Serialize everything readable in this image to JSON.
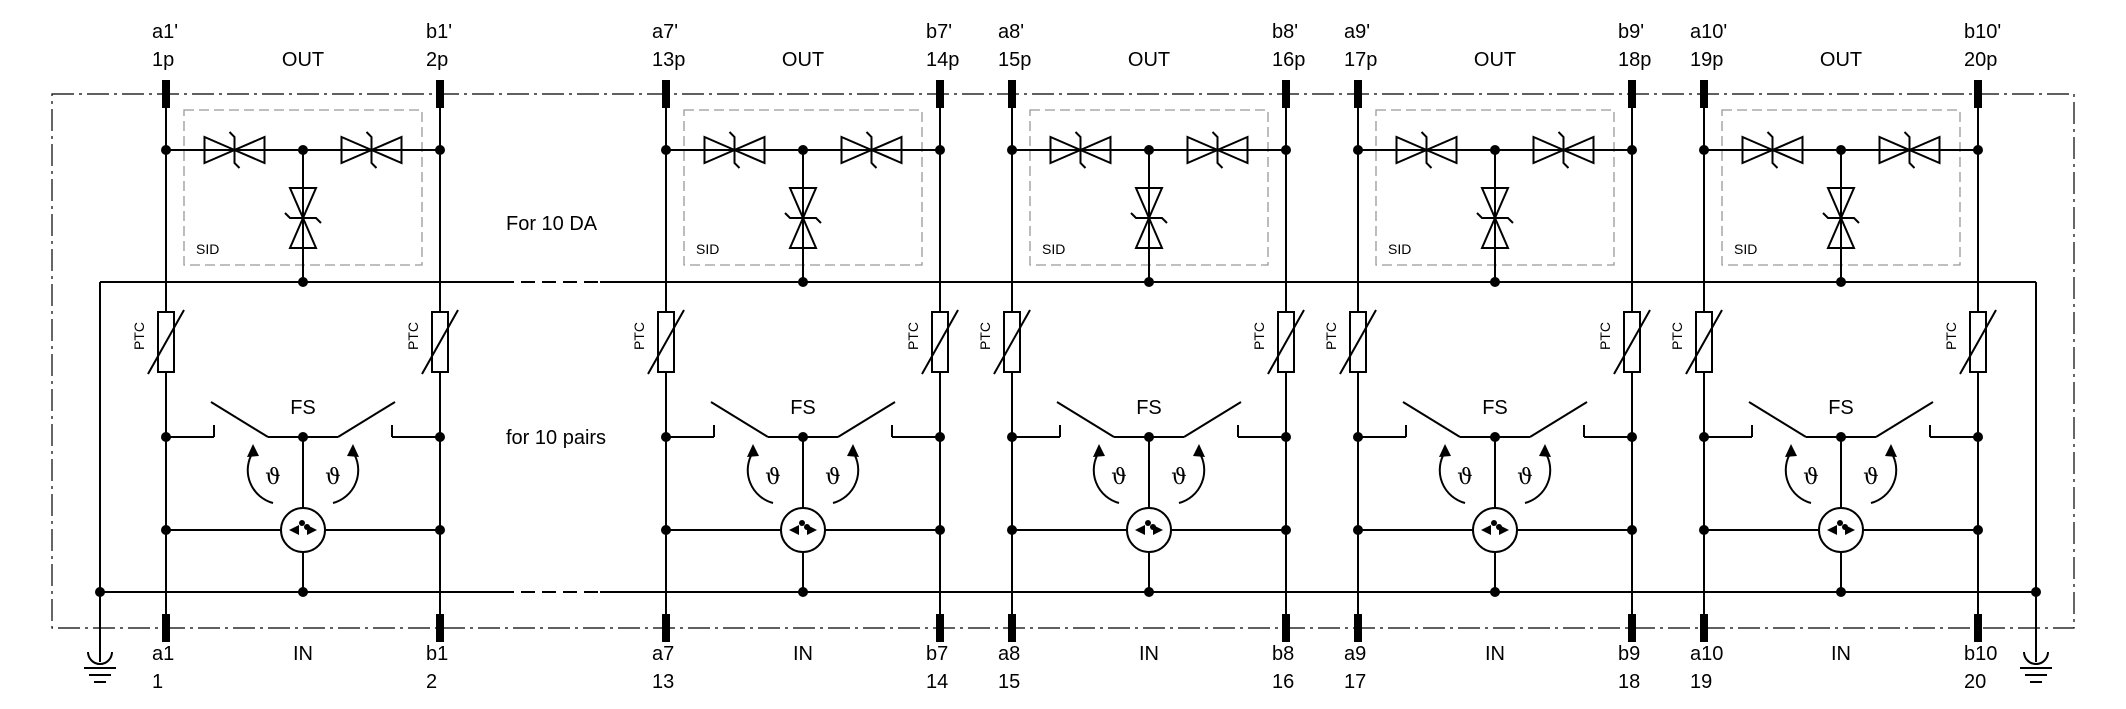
{
  "modules": [
    {
      "top_a": "a1'",
      "top_a_pin": "1p",
      "top_b": "b1'",
      "top_b_pin": "2p",
      "bot_a": "a1",
      "bot_a_pin": "1",
      "bot_b": "b1",
      "bot_b_pin": "2"
    },
    {
      "top_a": "a7'",
      "top_a_pin": "13p",
      "top_b": "b7'",
      "top_b_pin": "14p",
      "bot_a": "a7",
      "bot_a_pin": "13",
      "bot_b": "b7",
      "bot_b_pin": "14"
    },
    {
      "top_a": "a8'",
      "top_a_pin": "15p",
      "top_b": "b8'",
      "top_b_pin": "16p",
      "bot_a": "a8",
      "bot_a_pin": "15",
      "bot_b": "b8",
      "bot_b_pin": "16"
    },
    {
      "top_a": "a9'",
      "top_a_pin": "17p",
      "top_b": "b9'",
      "top_b_pin": "18p",
      "bot_a": "a9",
      "bot_a_pin": "17",
      "bot_b": "b9",
      "bot_b_pin": "18"
    },
    {
      "top_a": "a10'",
      "top_a_pin": "19p",
      "top_b": "b10'",
      "top_b_pin": "20p",
      "bot_a": "a10",
      "bot_a_pin": "19",
      "bot_b": "b10",
      "bot_b_pin": "20"
    }
  ],
  "labels": {
    "out": "OUT",
    "in": "IN",
    "sid": "SID",
    "ptc": "PTC",
    "fs": "FS",
    "theta": "ϑ",
    "note_da": "For 10 DA",
    "note_pairs": "for 10 pairs"
  }
}
